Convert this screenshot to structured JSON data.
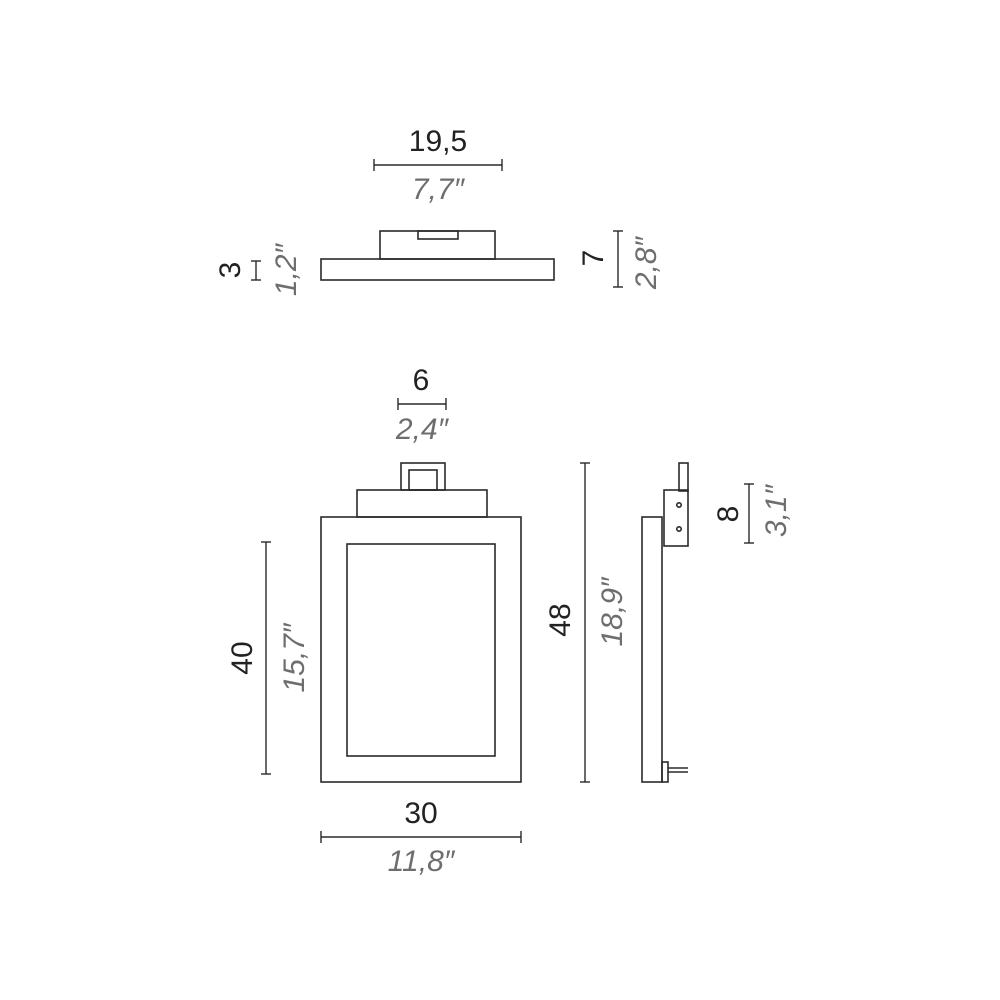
{
  "dimensions": {
    "top_width": {
      "cm": "19,5",
      "in": "7,7″"
    },
    "top_base_height": {
      "cm": "3",
      "in": "1,2″"
    },
    "top_total_height": {
      "cm": "7",
      "in": "2,8″"
    },
    "hook_width": {
      "cm": "6",
      "in": "2,4″"
    },
    "inner_height": {
      "cm": "40",
      "in": "15,7″"
    },
    "total_height": {
      "cm": "48",
      "in": "18,9″"
    },
    "bottom_width": {
      "cm": "30",
      "in": "11,8″"
    },
    "side_bracket_height": {
      "cm": "8",
      "in": "3,1″"
    }
  },
  "colors": {
    "line": "#2a2a2a",
    "metric": "#222222",
    "imperial": "#6e6e6e"
  }
}
